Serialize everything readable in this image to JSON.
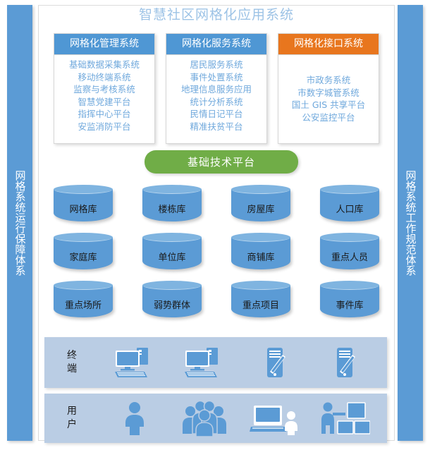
{
  "title": "智慧社区网格化应用系统",
  "side_bars": {
    "left": "网格系统运行保障体系",
    "right": "网格系统工作规范体系"
  },
  "systems": [
    {
      "header": "网格化管理系统",
      "accent": "#4F97D4",
      "items": [
        "基础数据采集系统",
        "移动终端系统",
        "监察与考核系统",
        "智慧党建平台",
        "指挥中心平台",
        "安监消防平台"
      ]
    },
    {
      "header": "网格化服务系统",
      "accent": "#4F97D4",
      "items": [
        "居民服务系统",
        "事件处置系统",
        "地理信息服务应用",
        "统计分析系统",
        "民情日记平台",
        "精准扶贫平台"
      ]
    },
    {
      "header": "网格化接口系统",
      "accent": "#E8761E",
      "items": [
        "市政务系统",
        "市数字城管系统",
        "国土 GIS 共享平台",
        "公安监控平台"
      ]
    }
  ],
  "platform": {
    "label": "基础技术平台",
    "color": "#70AD47"
  },
  "databases": {
    "color": "#5B9BD5",
    "rows": [
      [
        "网格库",
        "楼栋库",
        "房屋库",
        "人口库"
      ],
      [
        "家庭库",
        "单位库",
        "商铺库",
        "重点人员"
      ],
      [
        "重点场所",
        "弱势群体",
        "重点项目",
        "事件库"
      ]
    ]
  },
  "bands": [
    {
      "label_chars": [
        "终",
        "端"
      ],
      "icons": [
        "desktop-computer-icon",
        "desktop-computer-icon",
        "tablet-stylus-icon",
        "tablet-stylus-icon"
      ]
    },
    {
      "label_chars": [
        "用",
        "户"
      ],
      "icons": [
        "single-person-icon",
        "people-group-icon",
        "laptop-person-icon",
        "person-blocks-icon"
      ]
    }
  ],
  "colors": {
    "panel_background": "#BACDE4",
    "title": "#9DC3E6",
    "item_text": "#6FA8DC"
  }
}
